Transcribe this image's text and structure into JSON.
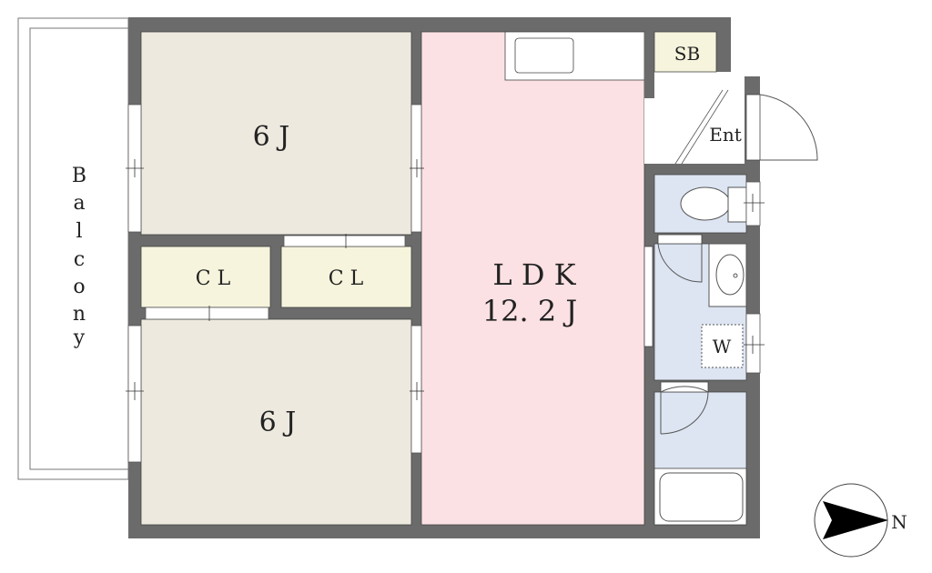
{
  "rooms": {
    "bedroom_top": {
      "label": "6 J"
    },
    "closet_left": {
      "label": "C L"
    },
    "closet_right": {
      "label": "C L"
    },
    "ldk": {
      "label": "L D K",
      "size": "12. 2 J"
    },
    "bedroom_bottom": {
      "label": "6 J"
    },
    "shoe_box": {
      "label": "SB"
    },
    "entrance": {
      "label": "Ent"
    },
    "washer": {
      "label": "W"
    },
    "balcony": {
      "letters": [
        "B",
        "a",
        "l",
        "c",
        "o",
        "n",
        "y"
      ]
    }
  },
  "compass": {
    "label": "N"
  },
  "colors": {
    "wall": "#6b6b6b",
    "bedroom": "#ede9df",
    "closet": "#f6f4dc",
    "ldk": "#fce1e4",
    "wet": "#dde5f2"
  }
}
